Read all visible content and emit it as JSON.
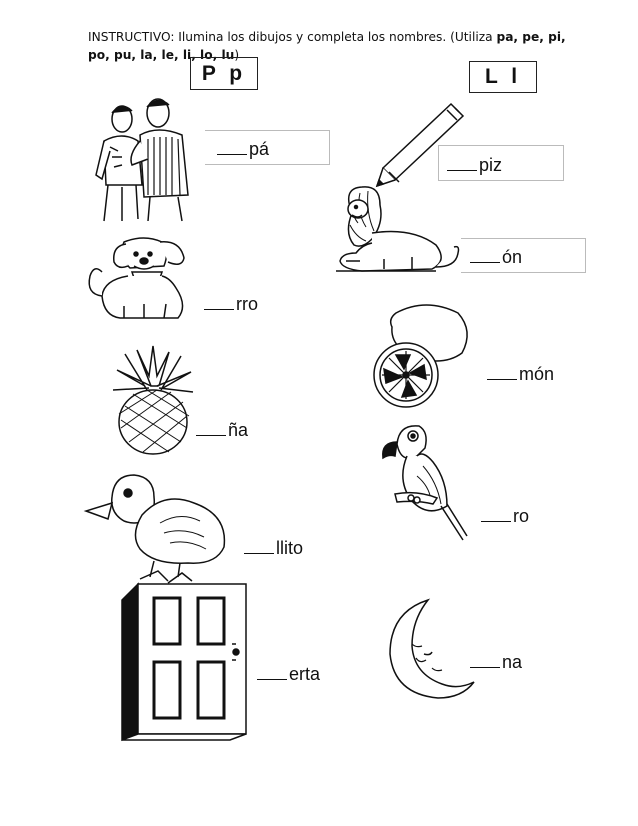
{
  "instructions": {
    "prefix": "INSTRUCTIVO: Ilumina los dibujos y completa los nombres. (Utiliza ",
    "syllables": "pa, pe, pi, po, pu, la, le, li, lo, lu",
    "suffix": ")"
  },
  "headers": {
    "p_box": "P p",
    "l_box": "L l"
  },
  "words_left": [
    "pá",
    "rro",
    "ña",
    "llito",
    "erta"
  ],
  "words_right": [
    "piz",
    "ón",
    "món",
    "ro",
    "na"
  ],
  "icons": {
    "men": "two-men-icon",
    "pencil": "pencil-icon",
    "lion": "lion-icon",
    "dog": "dog-icon",
    "lemon": "lemon-icon",
    "pineapple": "pineapple-icon",
    "parrot": "parrot-icon",
    "chick": "chick-icon",
    "door": "door-icon",
    "moon": "moon-icon"
  }
}
